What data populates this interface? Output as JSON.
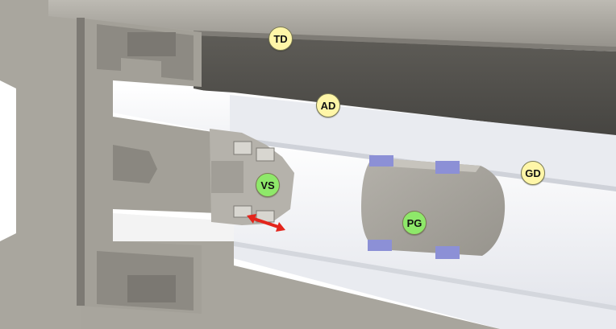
{
  "labels": {
    "td": {
      "text": "TD",
      "color": "#fff6a8"
    },
    "ad": {
      "text": "AD",
      "color": "#fff6a8"
    },
    "gd": {
      "text": "GD",
      "color": "#fff6a8"
    },
    "vs": {
      "text": "VS",
      "color": "#8ee86a"
    },
    "pg": {
      "text": "PG",
      "color": "#8ee86a"
    }
  },
  "colors": {
    "housing": "#a7a49c",
    "housing_dark": "#8f8c84",
    "housing_shadow": "#6f6c66",
    "bore_white": "#f6f6f6",
    "seal_blue": "#8c90d6",
    "arrow_red": "#e3251c"
  },
  "icons": {
    "motion_arrow": "double-headed-arrow-icon"
  }
}
